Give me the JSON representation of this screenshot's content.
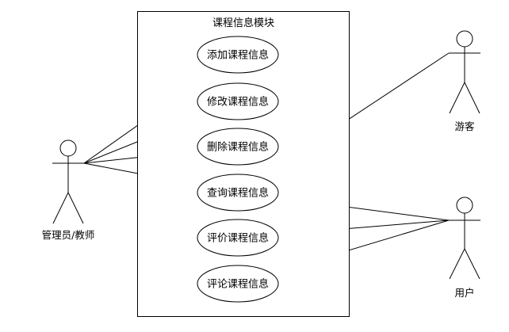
{
  "system": {
    "title": "课程信息模块"
  },
  "use_cases": [
    {
      "id": "add",
      "label": "添加课程信息"
    },
    {
      "id": "edit",
      "label": "修改课程信息"
    },
    {
      "id": "delete",
      "label": "删除课程信息"
    },
    {
      "id": "query",
      "label": "查询课程信息"
    },
    {
      "id": "rate",
      "label": "评价课程信息"
    },
    {
      "id": "comment",
      "label": "评论课程信息"
    }
  ],
  "actors": [
    {
      "id": "admin",
      "label": "管理员/教师"
    },
    {
      "id": "guest",
      "label": "游客"
    },
    {
      "id": "user",
      "label": "用户"
    }
  ],
  "associations": [
    {
      "from": "admin",
      "to": "add"
    },
    {
      "from": "admin",
      "to": "edit"
    },
    {
      "from": "admin",
      "to": "delete"
    },
    {
      "from": "admin",
      "to": "query"
    },
    {
      "from": "guest",
      "to": "query"
    },
    {
      "from": "user",
      "to": "query"
    },
    {
      "from": "user",
      "to": "rate"
    },
    {
      "from": "user",
      "to": "comment"
    }
  ]
}
